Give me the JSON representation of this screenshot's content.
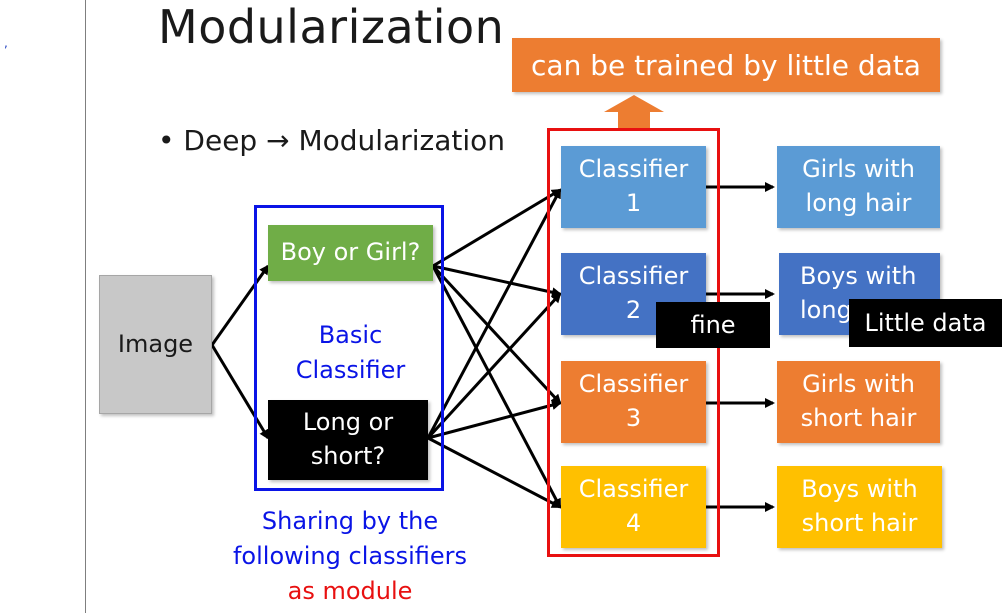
{
  "slide": {
    "title": "Modularization",
    "bullet": "• Deep → Modularization",
    "margin_mark": ","
  },
  "banner": {
    "text": "can be trained by little data"
  },
  "input": {
    "label": "Image"
  },
  "basic": {
    "boy_girl": "Boy or Girl?",
    "long_short_1": "Long or",
    "long_short_2": "short?",
    "caption_1": "Basic",
    "caption_2": "Classifier"
  },
  "sharing": {
    "line1": "Sharing by the",
    "line2": "following classifiers",
    "line3": "as module"
  },
  "classifiers": [
    {
      "name": "Classifier",
      "num": "1",
      "color": "#5b9bd5"
    },
    {
      "name": "Classifier",
      "num": "2",
      "color": "#4472c4"
    },
    {
      "name": "Classifier",
      "num": "3",
      "color": "#ed7d31"
    },
    {
      "name": "Classifier",
      "num": "4",
      "color": "#ffc000"
    }
  ],
  "outputs": [
    {
      "line1": "Girls with",
      "line2": "long hair",
      "color": "#5b9bd5"
    },
    {
      "line1": "Boys with",
      "line2": "long",
      "color": "#4472c4"
    },
    {
      "line1": "Girls with",
      "line2": "short hair",
      "color": "#ed7d31"
    },
    {
      "line1": "Boys with",
      "line2": "short hair",
      "color": "#ffc000"
    }
  ],
  "tags": {
    "fine": "fine",
    "little_data": "Little data"
  },
  "colors": {
    "frame_blue": "#0a14e6",
    "frame_red": "#e81010",
    "arrow_up": "#ed7d31"
  }
}
